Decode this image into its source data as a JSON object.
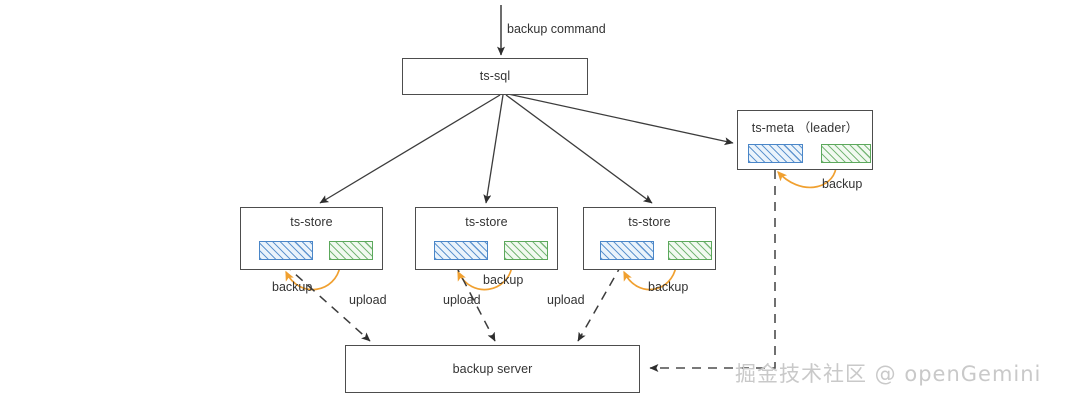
{
  "diagram": {
    "title_text": "backup command",
    "nodes": {
      "ts_sql": {
        "label": "ts-sql"
      },
      "ts_meta": {
        "label": "ts-meta （leader）"
      },
      "ts_store_1": {
        "label": "ts-store"
      },
      "ts_store_2": {
        "label": "ts-store"
      },
      "ts_store_3": {
        "label": "ts-store"
      },
      "backup_server": {
        "label": "backup server"
      }
    },
    "edge_labels": {
      "backup_command": "backup command",
      "backup_meta": "backup",
      "backup_store_1": "backup",
      "backup_store_2": "backup",
      "backup_store_3": "backup",
      "upload_1": "upload",
      "upload_2": "upload",
      "upload_3": "upload"
    },
    "shards": {
      "blue_name": "blue-hatched-shard",
      "green_name": "green-hatched-shard"
    },
    "colors": {
      "box_border": "#4d4d4d",
      "arrow_solid": "#3c3c3c",
      "arrow_dashed": "#4d4d4d",
      "backup_arrow": "#f0a030",
      "shard_blue": "#4a86c8",
      "shard_green": "#5ca85c",
      "text": "#333333",
      "watermark": "#c9c9c9"
    },
    "watermark": "掘金技术社区 @ openGemini"
  }
}
